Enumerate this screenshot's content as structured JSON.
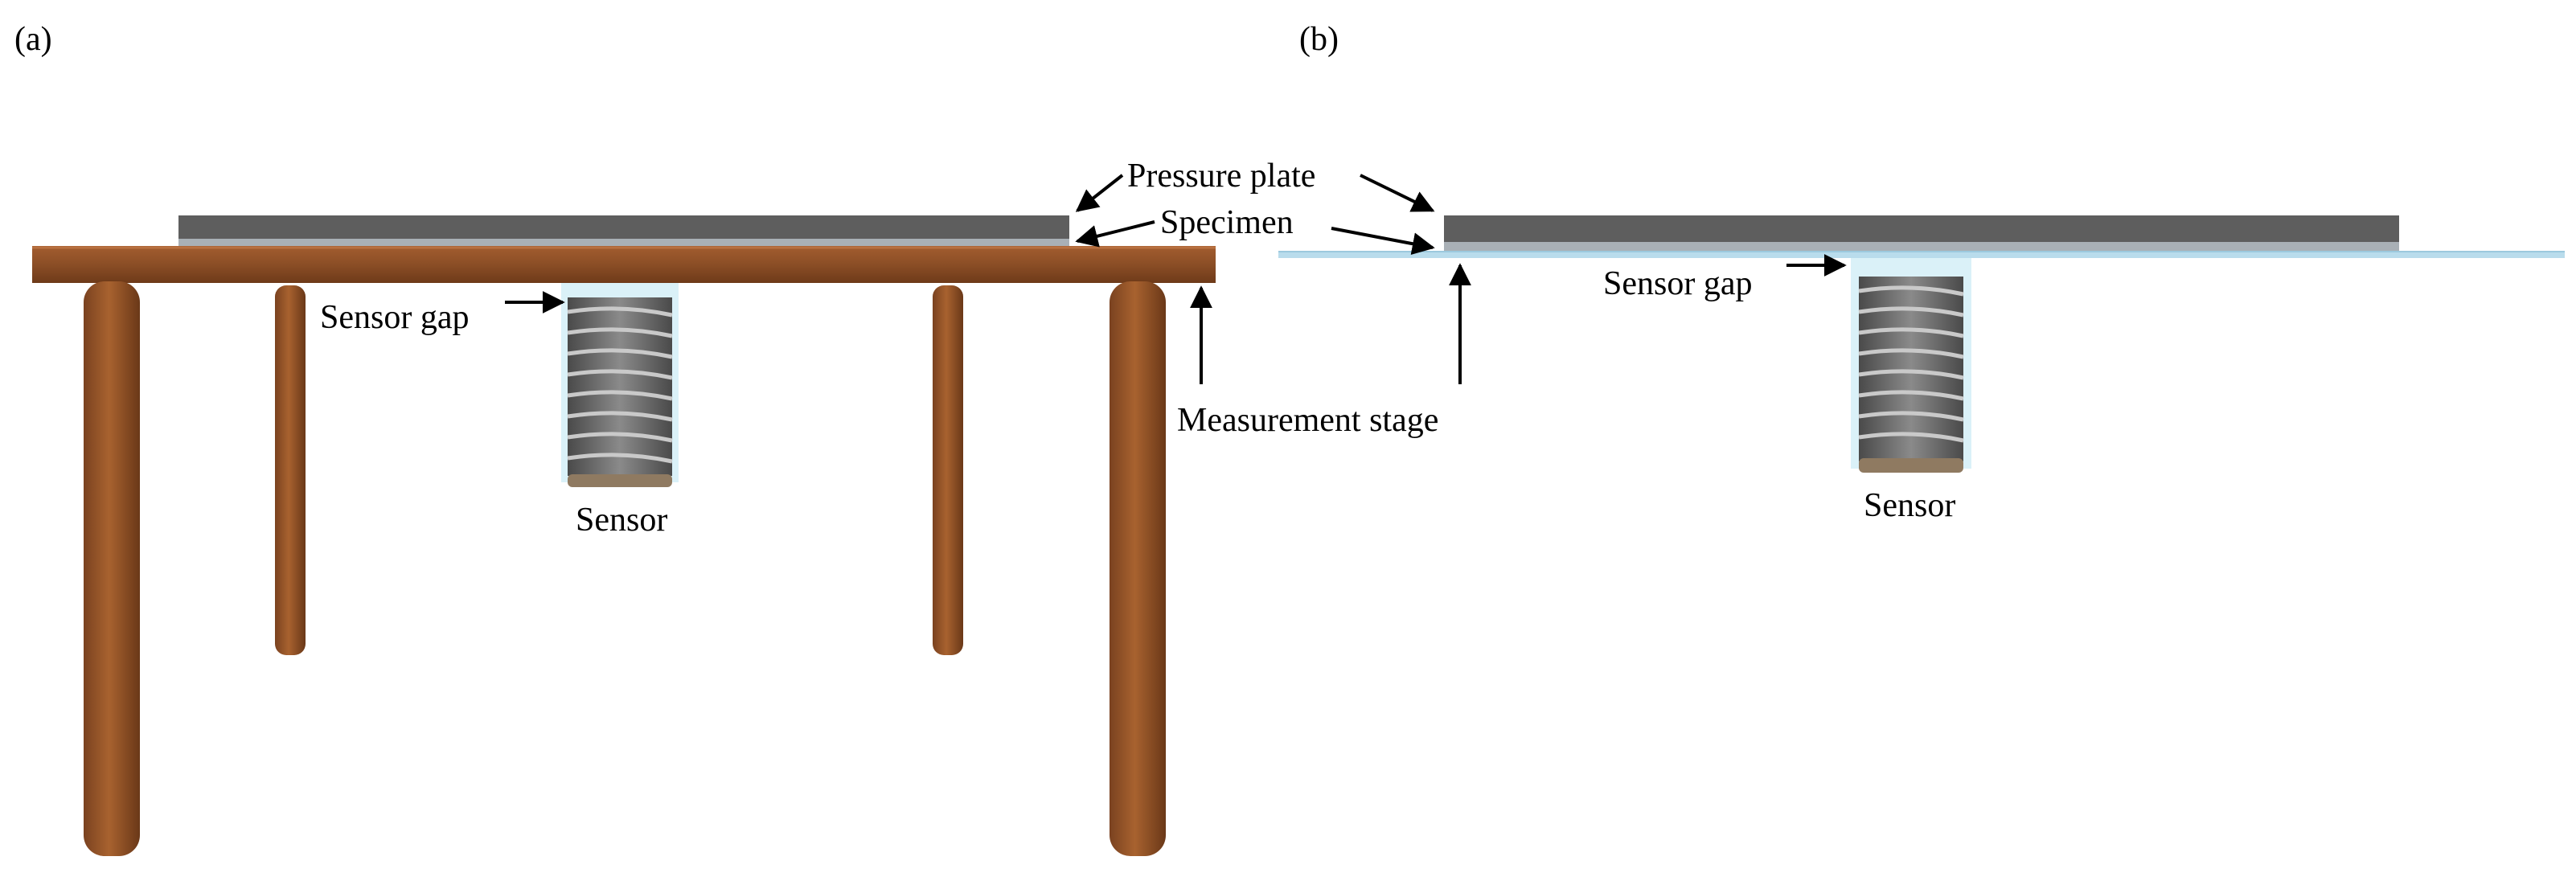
{
  "panels": {
    "a": {
      "tag": "(a)",
      "labels": {
        "pressure_plate": "Pressure plate",
        "specimen": "Specimen",
        "sensor_gap": "Sensor gap",
        "measurement_stage": "Measurement stage",
        "sensor": "Sensor"
      }
    },
    "b": {
      "tag": "(b)",
      "labels": {
        "sensor_gap": "Sensor gap",
        "sensor": "Sensor"
      }
    }
  },
  "colors": {
    "wood": "#8B4E26",
    "wood_dark": "#6E3A19",
    "plate": "#5e5e5e",
    "specimen": "#a9b0b6",
    "glass_stage": "#b9dcec",
    "sensor_halo": "#d4eef7",
    "coil": "#6f6f6f",
    "coil_light": "#b9b9b9",
    "sensor_base": "#8f7a61"
  }
}
